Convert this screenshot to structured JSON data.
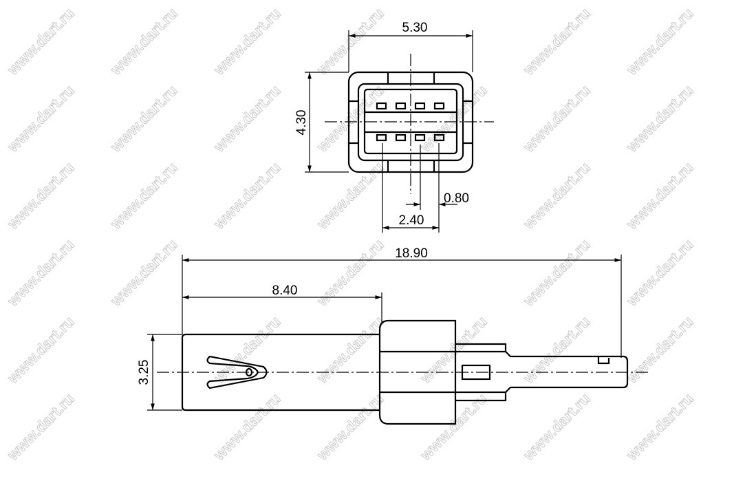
{
  "watermark": "www.dart.ru",
  "front_view": {
    "width_dim": "5.30",
    "height_dim": "4.30",
    "pitch_dim": "0.80",
    "span_dim": "2.40",
    "pin_rows": 2,
    "pins_per_row": 4
  },
  "side_view": {
    "total_length_dim": "18.90",
    "body_length_dim": "8.40",
    "body_height_dim": "3.25"
  }
}
